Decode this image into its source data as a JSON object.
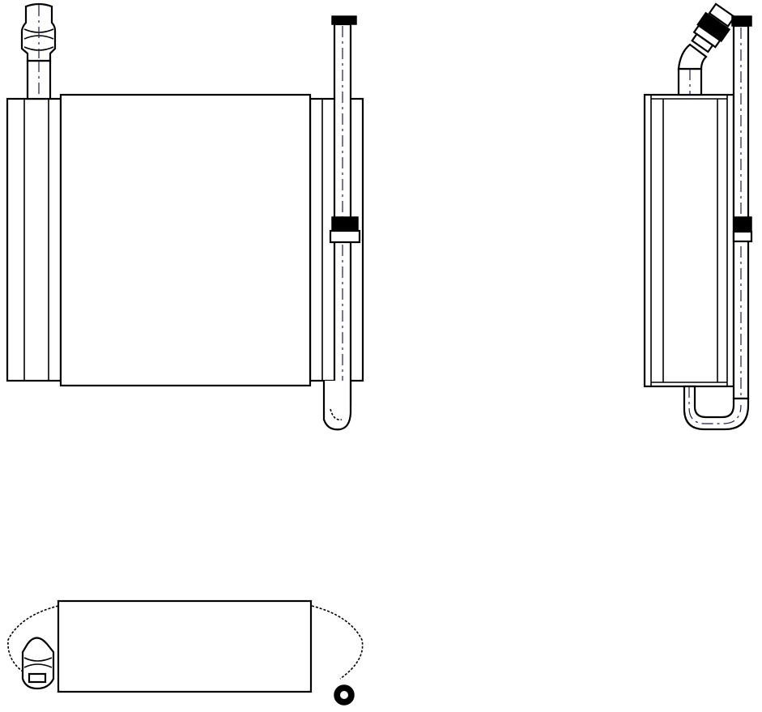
{
  "drawing": {
    "views": [
      "front-view",
      "side-view",
      "bottom-view"
    ],
    "line_color": "#000000",
    "centerline_color": "#1a1a55",
    "background": "#ffffff"
  }
}
